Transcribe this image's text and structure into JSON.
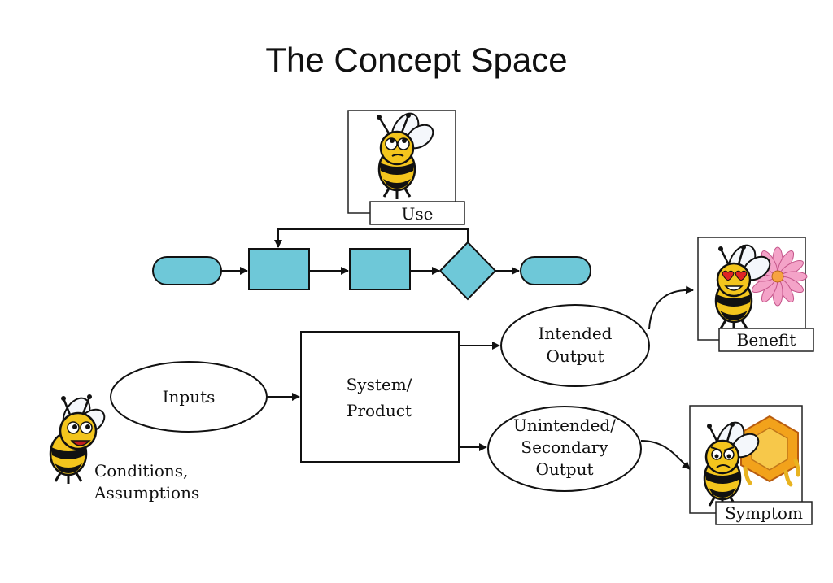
{
  "title": "The Concept Space",
  "flow": {
    "use_label": "Use",
    "fill_color": "#6ec8d8"
  },
  "nodes": {
    "inputs": "Inputs",
    "system_line1": "System/",
    "system_line2": "Product",
    "intended_line1": "Intended",
    "intended_line2": "Output",
    "unintended_line1": "Unintended/",
    "unintended_line2": "Secondary",
    "unintended_line3": "Output",
    "conditions_line1": "Conditions,",
    "conditions_line2": "Assumptions"
  },
  "cards": {
    "benefit": "Benefit",
    "symptom": "Symptom"
  },
  "icons": [
    "worried-bee-icon",
    "happy-bee-icon",
    "love-bee-icon",
    "flower-icon",
    "sad-bee-icon",
    "honeycomb-icon"
  ]
}
